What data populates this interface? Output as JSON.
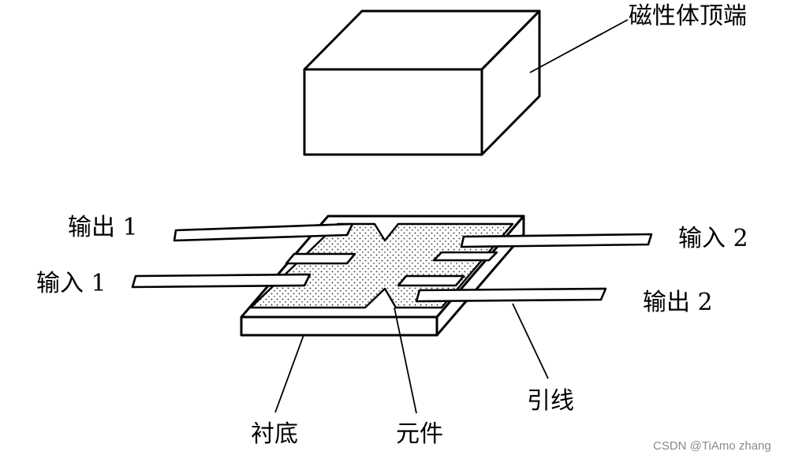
{
  "labels": {
    "magnet_top": "磁性体顶端",
    "output1": "输出 1",
    "input1": "输入 1",
    "input2": "输入 2",
    "output2": "输出 2",
    "substrate": "衬底",
    "component": "元件",
    "lead": "引线"
  },
  "watermark": "CSDN @TiAmo zhang"
}
